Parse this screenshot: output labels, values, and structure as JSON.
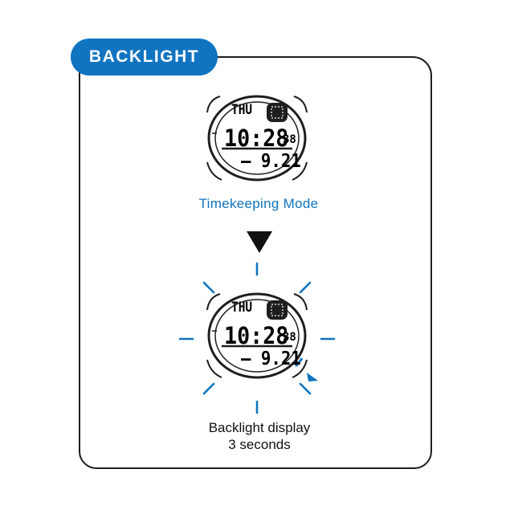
{
  "header": {
    "title": "BACKLIGHT"
  },
  "colors": {
    "accent": "#1074c0",
    "ink": "#1e1e1e",
    "display_fill": "#1e1e1e"
  },
  "watch_display": {
    "day": "THU",
    "time": "10:28",
    "seconds": "38",
    "date": "— 9.21"
  },
  "steps": {
    "first_mode_label": "Timekeeping Mode",
    "transition_icon": "down-arrow-icon",
    "backlight_caption_line1": "Backlight display",
    "backlight_caption_line2": "3 seconds",
    "light_rays_icon": "light-rays-icon",
    "button_pointer_icon": "button-pointer-icon"
  }
}
